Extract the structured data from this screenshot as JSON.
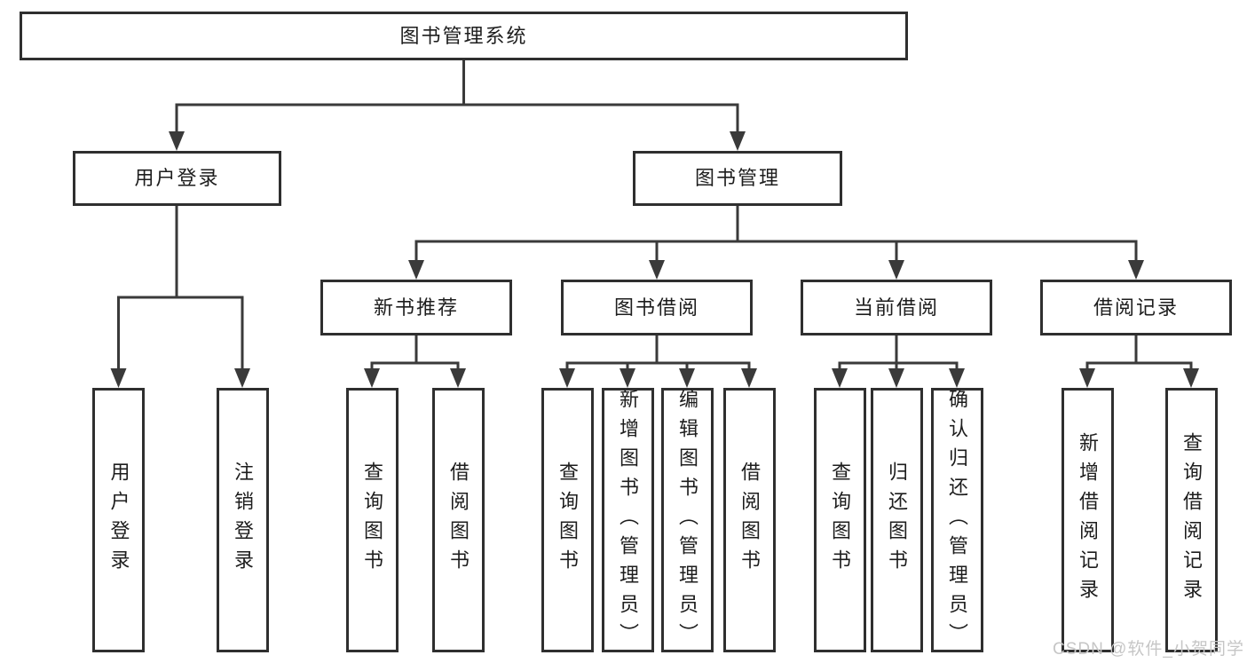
{
  "diagram": {
    "root": {
      "label": "图书管理系统"
    },
    "level2": [
      {
        "id": "user-login",
        "label": "用户登录"
      },
      {
        "id": "book-management",
        "label": "图书管理"
      }
    ],
    "level3": [
      {
        "id": "new-book-recommend",
        "label": "新书推荐"
      },
      {
        "id": "book-borrow",
        "label": "图书借阅"
      },
      {
        "id": "current-borrow",
        "label": "当前借阅"
      },
      {
        "id": "borrow-records",
        "label": "借阅记录"
      }
    ],
    "leaves": [
      {
        "id": "user-login-leaf",
        "label": "用户登录"
      },
      {
        "id": "logout",
        "label": "注销登录"
      },
      {
        "id": "query-books-recommend",
        "label": "查询图书"
      },
      {
        "id": "borrow-books-recommend",
        "label": "借阅图书"
      },
      {
        "id": "query-books-borrow",
        "label": "查询图书"
      },
      {
        "id": "add-books-admin",
        "label": "新增图书（管理员）"
      },
      {
        "id": "edit-books-admin",
        "label": "编辑图书（管理员）"
      },
      {
        "id": "borrow-books",
        "label": "借阅图书"
      },
      {
        "id": "query-books-current",
        "label": "查询图书"
      },
      {
        "id": "return-books",
        "label": "归还图书"
      },
      {
        "id": "confirm-return-admin",
        "label": "确认归还（管理员）"
      },
      {
        "id": "add-borrow-record",
        "label": "新增借阅记录"
      },
      {
        "id": "query-borrow-record",
        "label": "查询借阅记录"
      }
    ]
  },
  "colors": {
    "line": "#3a3a3a",
    "border": "#2f2f2f",
    "text": "#1d1d1d",
    "watermark": "#c6c6c6",
    "background": "#ffffff"
  },
  "watermark": {
    "text": "CSDN @软件_小贺同学"
  }
}
